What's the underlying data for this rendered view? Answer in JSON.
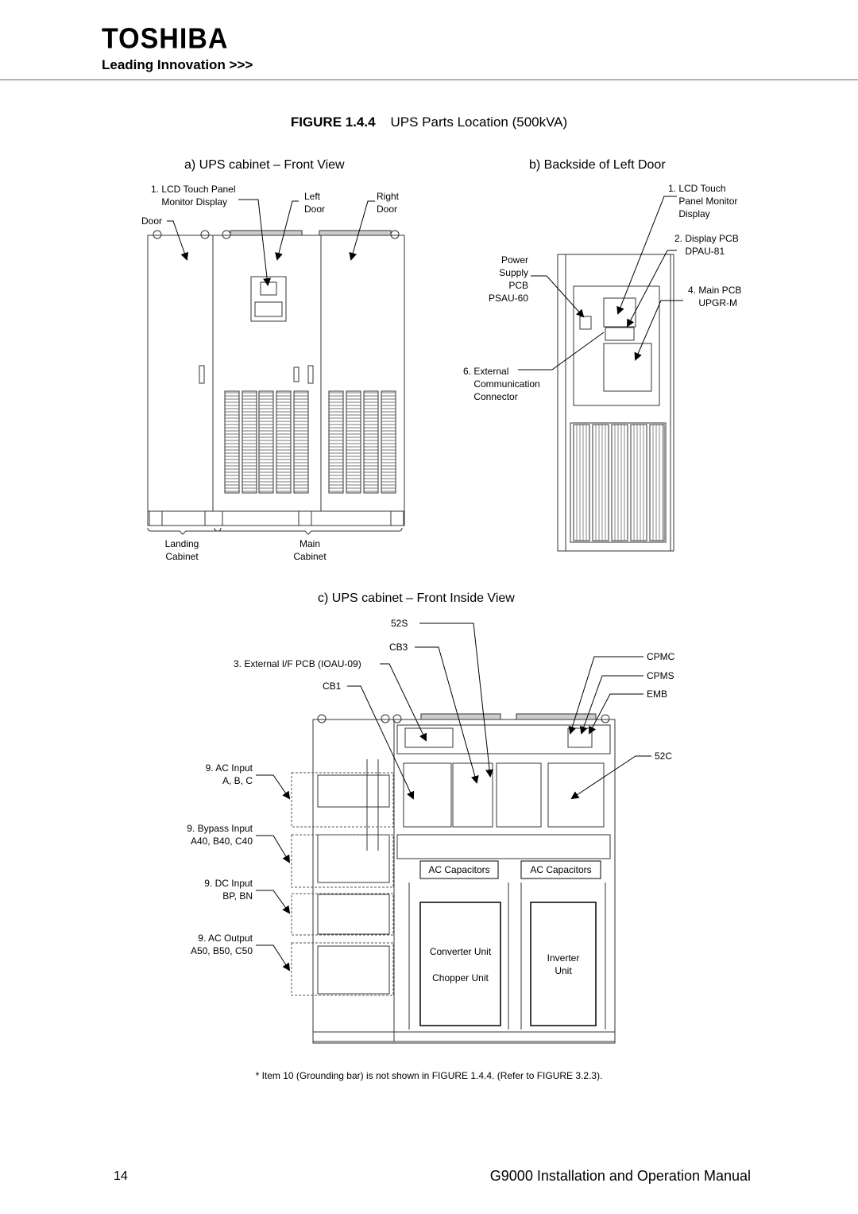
{
  "header": {
    "brand": "TOSHIBA",
    "tagline": "Leading Innovation >>>"
  },
  "figure": {
    "number": "FIGURE 1.4.4",
    "caption": "UPS Parts Location (500kVA)"
  },
  "view_a": {
    "title": "a) UPS cabinet – Front View",
    "labels": {
      "lcd_panel": "1. LCD Touch Panel\n    Monitor Display",
      "left_door": "Left\nDoor",
      "right_door": "Right\nDoor",
      "door": "Door",
      "landing_cabinet": "Landing\nCabinet",
      "main_cabinet": "Main\nCabinet"
    }
  },
  "view_b": {
    "title": "b) Backside of Left Door",
    "labels": {
      "lcd_touch": "1. LCD Touch\n    Panel Monitor\n    Display",
      "display_pcb": "2. Display PCB\n    DPAU-81",
      "main_pcb": "4. Main PCB\n    UPGR-M",
      "power_supply": "Power\nSupply\nPCB\nPSAU-60",
      "ext_comm": "6. External\n    Communication\n    Connector"
    }
  },
  "view_c": {
    "title": "c) UPS cabinet – Front Inside View",
    "labels": {
      "s52": "52S",
      "cb3": "CB3",
      "ext_if_pcb": "3. External I/F PCB (IOAU-09)",
      "cb1": "CB1",
      "cpmc": "CPMC",
      "cpms": "CPMS",
      "emb": "EMB",
      "c52": "52C",
      "ac_input": "9. AC Input\nA, B, C",
      "bypass_input": "9. Bypass Input\nA40, B40, C40",
      "dc_input": "9. DC Input\nBP, BN",
      "ac_output": "9. AC Output\nA50, B50, C50",
      "ac_caps_left": "AC Capacitors",
      "ac_caps_right": "AC Capacitors",
      "converter_unit": "Converter Unit",
      "chopper_unit": "Chopper Unit",
      "inverter_unit": "Inverter\nUnit"
    }
  },
  "footnote": "* Item 10 (Grounding bar) is not shown in FIGURE 1.4.4. (Refer to FIGURE 3.2.3).",
  "footer": {
    "page_number": "14",
    "manual_title": "G9000 Installation and Operation Manual"
  }
}
